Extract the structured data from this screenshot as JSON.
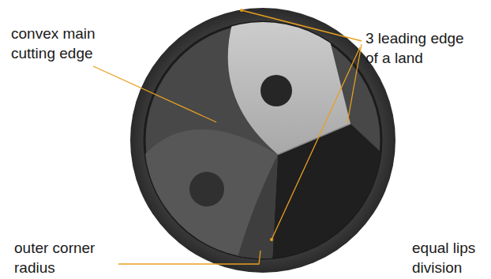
{
  "diagram": {
    "labels": [
      "convex main cutting edge",
      "3 leading edge of a land",
      "outer corner radius",
      "equal lips division"
    ]
  }
}
